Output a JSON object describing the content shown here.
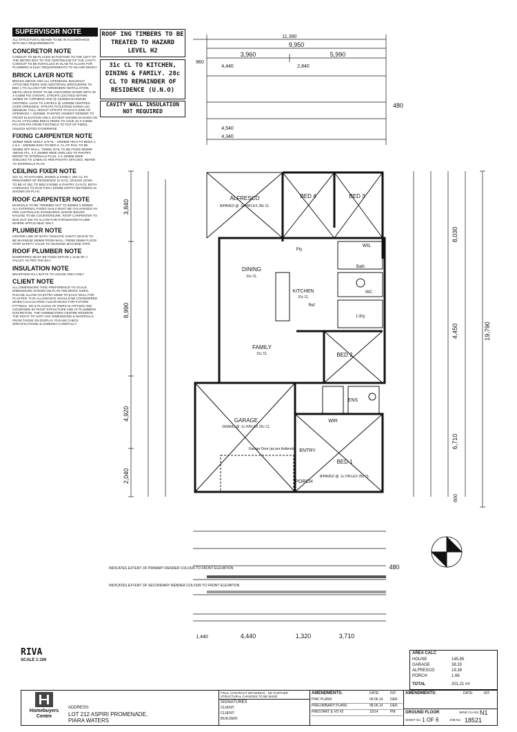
{
  "supervisor": {
    "title": "SUPERVISOR NOTE",
    "text": "ALL STRUCTURAL BEAMS TO BE IN ACCORDANCE WITH BCA REQUIREMENTS"
  },
  "notes": [
    {
      "heading": "CONCRETOR NOTE",
      "text": "CONDUIT TO BE PLACED IN FOOTING TO THE LEFT OF THE METER BOX TO THE CENTRELINE OF THE CAVITY. CONDUIT TO BE INSTALLED IN SLAB TO ALLOW FOR PLUMBING & ELEC REQUIREMENTS TO ISLAND BENCH"
    },
    {
      "heading": "BRICK LAYER NOTE",
      "text": "BRICKS ABOVE AND ALL OPENINGS. BUILDOUT ATTACHED PIERS AND ADDITIONAL BRICKWORK TO BED 1 TO ALLOW FOR TERMINEEN INSTALLATION. METAL DECK ROOF TO BE ANCHORED DOWN WITH 30 x 0.8mm PGI STRAPS. STRAPS LOCATED WITHIN 150mm OF CORNERS AND @ 1200mm MAXIMUM CENTRES. LUGS TO LINTELS @ 1200mm CENTRES OVER OPENINGS. STRAPS TO EXTEND DOWN 12c MINIMUM. FULL HEIGHT STRAPS TO EACH SIDE OF OPENINGS > 2400mm. PAINTED CEMENT RENDER TO FRONT ELEVATION ONLY, EXTENT SHOWN DASHED ON PLAN. ATTACHED BRICK PIERS TO HAVE 32 x 0.8mm PGI STRAPS FROM FOOTINGS TO TOP OF PIERS, UNLESS NOTED OTHERWISE"
    },
    {
      "heading": "FIXING CARPENTER NOTE",
      "text": "450mm WIDE SHELF & RAIL - 1800mm HIGH TO BEDS 1, 2 & 4 - 1650mm HIGH TO BED 3. CL OF RAIL TO BE 250mm OFF WALL. TOWEL RAIL TO BE FIXED 900mm ABOVE FFL. 4 x 450mm WIDE SHELVES TO PANTRY, REFER TO INTERNALS PLAN. 4 x 450mm WIDE SHELVES TO LINEN AS PER PANTRY SPACING, REFER TO INTERNALS PLAN"
    },
    {
      "heading": "CEILING FIXER NOTE",
      "text": "31c CL TO KITCHEN, DINING & FAMILY, 28c CL TO REMAINDER OF RESIDENCE (U.N.O). CEILING LEVEL TO BE AT 25c TO BED 3 ROBE & PANTRY (U.N.O). BOTH CORNICES TO RUN THRU 100mm SOFFIT BETWEEN AS SHOWN ON PLAN"
    },
    {
      "heading": "ROOF CARPENTER NOTE",
      "text": "MANHOLE TO BE TRIMMED OUT TO 560mm x 660mm. ALL EXTERNAL FIXING NAILS MUST BE GALVANIZED AS PER AUSTRALIAN STANDARDS, BARGE BOARD NAILING TO BE COUNTERSUNK. ROOF CARPENTER TO BOX OUT 450 TO ALLOW FOR FARGEHOOD FLUME WHERE APPLICABLE ONLY"
    },
    {
      "heading": "PLUMBER NOTE",
      "text": "CENTRE LINE OF BATH / ENSUITE VANITY WASTE TO BE MAXIMUM 150mm FROM WALL. PB058 20mm FLOOD STOP SAFETY VALVE TO WASHING MACHINE TAPS"
    },
    {
      "heading": "ROOF PLUMBER NOTE",
      "text": "DOWNPIPES MUST BE FIXED WITHIN 1.2LIM OF A VALLEY AS PER THE BCA"
    },
    {
      "heading": "INSULATION NOTE",
      "text": "BRADFORD R4.1 BATTS TO HOUSE AREA ONLY"
    },
    {
      "heading": "CLIENT NOTE",
      "text": "ALL DIMENSIONS TAKE PREFERENCE TO SCALE. DIMENSIONS SHOWN ON PLAN ARE BRICK SIZES. PLEASE ALLOW AN EXTRA 10mm TO EACH WALL FOR PLASTER. THIS ALLOWANCE SHOULD BE CONSIDERED WHEN CALCULATING CLEARANCES FOR FUTURE FITTINGS. No & PLACING OF RWPs IS AFFIXED AND GOVERNED BY ROOF STRUCTURE AND AT PLUMBERS DISCRETION. THE HOMEBUYERS CENTRE RESERVE THE RIGHT TO VARY ANY DIMENSIONS & MATERIALS FROM THOSE ON DISPLAY. PLEASE CHECK SPECIFICATIONS & ADDENDA CAREFULLY"
    }
  ],
  "callouts": {
    "roof": "ROOF ING TIMBERS TO BE TREATED TO HAZARD LEVEL H2",
    "ceiling": "31c CL TO KITCHEN, DINING & FAMILY. 28c CL TO REMAINDER OF RESIDENCE (U.N.O)",
    "cavity": "CAVITY WALL INSULATION NOT REQUIRED"
  },
  "top_dims": {
    "overall": "11,390",
    "d9950": "9,950",
    "d3960": "3,960",
    "d5990": "5,990",
    "d960": "960",
    "d480": "480",
    "d4440": "4,440",
    "d2840": "2,840",
    "d4540": "4,540",
    "d4340": "4,340"
  },
  "rooms": {
    "alfresco": "ALFRESCO",
    "alfresco_sub": "B/PAVED @ -1c H/FLEX 28c CL",
    "bed4": "BED 4",
    "bed3": "BED 3",
    "dining": "DINING",
    "dining_cl": "31c CL",
    "kitchen": "KITCHEN",
    "kitchen_cl": "31c CL",
    "family": "FAMILY",
    "family_cl": "31c CL",
    "bed2": "BED 2",
    "garage": "GARAGE",
    "garage_sub": "GRANO @ -1c H/FLEX 25c CL",
    "garage_door": "Garage Door (as per Addenda)",
    "entry": "ENTRY",
    "porch": "PORCH",
    "bed1": "BED 1",
    "bed1_sub": "B/PAVED @ -1c H/FLEX 25c CL",
    "wil": "WIL",
    "wir": "WIR",
    "ens": "ENS",
    "bath": "Bath",
    "wc": "WC",
    "ldry": "L'dry",
    "pty": "Pty",
    "ref": "Ref"
  },
  "side_dims": {
    "l3840": "3,840",
    "l8990": "8,990",
    "l4920": "4,920",
    "l2040": "2,040",
    "r8030": "8,030",
    "r4450": "4,450",
    "r6710": "6,710",
    "r19790": "19,790",
    "r600": "600"
  },
  "bottom_dims": {
    "b4440": "4,440",
    "b1320": "1,320",
    "b3710": "3,710",
    "b480": "480",
    "b1440": "1,440"
  },
  "render_notes": {
    "primary": "INDICATES EXTENT OF PRIMARY RENDER COLOUR TO FRONT ELEVATION",
    "secondary": "INDICATES EXTENT OF SECONDARY RENDER COLOUR TO FRONT ELEVATION"
  },
  "plan_name": "RIVA",
  "scale": "SCALE 1:100",
  "area_calc": {
    "title": "AREA CALC",
    "rows": [
      {
        "name": "HOUSE",
        "value": "145.85"
      },
      {
        "name": "GARAGE",
        "value": "38.33"
      },
      {
        "name": "ALFRESCO",
        "value": "19.28"
      },
      {
        "name": "PORCH",
        "value": "1.66"
      }
    ],
    "total_label": "TOTAL",
    "total_value": "201.21 m²"
  },
  "title_block": {
    "company": "Homebuyers Centre",
    "address_label": "ADDRESS:",
    "address_line1": "LOT 212 ASPIRI PROMENADE,",
    "address_line2": "PIARA WATERS",
    "final_contract": "FINAL CONTRACT DRAWINGS - NO FURTHER STRUCTURAL CHANGES TO BE MADE",
    "signatures": "SIGNATURES",
    "client1": "CLIENT:",
    "client2": "CLIENT:",
    "builder": "BUILDER:",
    "amendments": "AMENDMENTS:",
    "date": "DATE:",
    "int": "INT:",
    "amend_rows": [
      {
        "name": "PWC PLANS",
        "date": "09.06.14",
        "int": "DER"
      },
      {
        "name": "PRELIMINARY PLANS",
        "date": "08.06.14",
        "int": "DER"
      },
      {
        "name": "PRESTART & VO #2",
        "date": "10/14",
        "int": "PM"
      }
    ],
    "ground_floor": "GROUND FLOOR",
    "wind_class_label": "WIND CLASS:",
    "wind_class": "N1",
    "sheet_label": "SHEET No:",
    "sheet": "1 OF 6",
    "job_label": "JOB No:",
    "job": "18521"
  },
  "colors": {
    "ink": "#111111",
    "paper": "#ffffff"
  }
}
